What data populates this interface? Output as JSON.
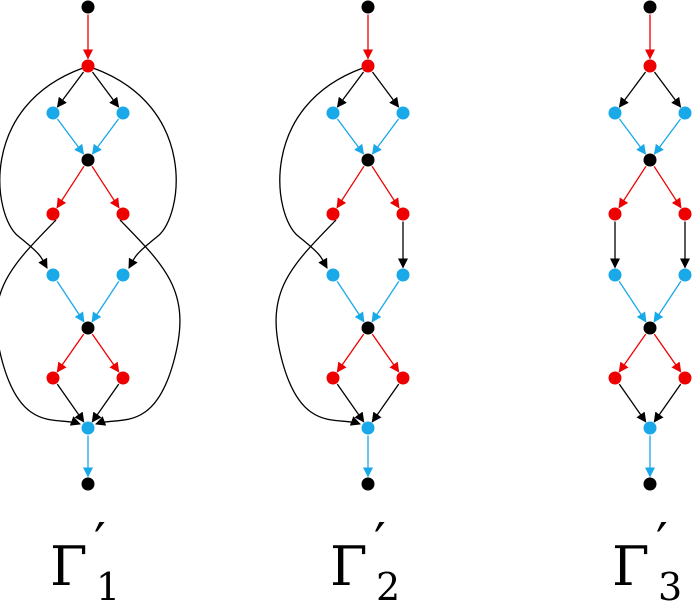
{
  "colors": {
    "black": "#000000",
    "red": "#ee0000",
    "blue": "#19a8e8"
  },
  "graphs": [
    {
      "id": "gamma-1",
      "label": {
        "symbol": "Γ",
        "prime": "′",
        "subscript": "1"
      },
      "nodes": [
        {
          "id": "top",
          "color": "black"
        },
        {
          "id": "r1",
          "color": "red"
        },
        {
          "id": "b1l",
          "color": "blue"
        },
        {
          "id": "b1r",
          "color": "blue"
        },
        {
          "id": "k1",
          "color": "black"
        },
        {
          "id": "r2l",
          "color": "red"
        },
        {
          "id": "r2r",
          "color": "red"
        },
        {
          "id": "b2l",
          "color": "blue"
        },
        {
          "id": "b2r",
          "color": "blue"
        },
        {
          "id": "k2",
          "color": "black"
        },
        {
          "id": "r3l",
          "color": "red"
        },
        {
          "id": "r3r",
          "color": "red"
        },
        {
          "id": "b3",
          "color": "blue"
        },
        {
          "id": "bottom",
          "color": "black"
        }
      ],
      "edges": [
        {
          "from": "top",
          "to": "r1",
          "color": "red"
        },
        {
          "from": "r1",
          "to": "b1l",
          "color": "black"
        },
        {
          "from": "r1",
          "to": "b1r",
          "color": "black"
        },
        {
          "from": "b1l",
          "to": "k1",
          "color": "blue"
        },
        {
          "from": "b1r",
          "to": "k1",
          "color": "blue"
        },
        {
          "from": "k1",
          "to": "r2l",
          "color": "red"
        },
        {
          "from": "k1",
          "to": "r2r",
          "color": "red"
        },
        {
          "from": "r1",
          "to": "b2l",
          "color": "black",
          "curve": "outer-left"
        },
        {
          "from": "r1",
          "to": "b2r",
          "color": "black",
          "curve": "outer-right"
        },
        {
          "from": "b2l",
          "to": "k2",
          "color": "blue"
        },
        {
          "from": "b2r",
          "to": "k2",
          "color": "blue"
        },
        {
          "from": "k2",
          "to": "r3l",
          "color": "red"
        },
        {
          "from": "k2",
          "to": "r3r",
          "color": "red"
        },
        {
          "from": "r2l",
          "to": "b3",
          "color": "black",
          "curve": "cross-left"
        },
        {
          "from": "r2r",
          "to": "b3",
          "color": "black",
          "curve": "cross-right"
        },
        {
          "from": "r3l",
          "to": "b3",
          "color": "black"
        },
        {
          "from": "r3r",
          "to": "b3",
          "color": "black"
        },
        {
          "from": "b3",
          "to": "bottom",
          "color": "blue"
        }
      ]
    },
    {
      "id": "gamma-2",
      "label": {
        "symbol": "Γ",
        "prime": "′",
        "subscript": "2"
      },
      "nodes": [
        {
          "id": "top",
          "color": "black"
        },
        {
          "id": "r1",
          "color": "red"
        },
        {
          "id": "b1l",
          "color": "blue"
        },
        {
          "id": "b1r",
          "color": "blue"
        },
        {
          "id": "k1",
          "color": "black"
        },
        {
          "id": "r2l",
          "color": "red"
        },
        {
          "id": "r2r",
          "color": "red"
        },
        {
          "id": "b2l",
          "color": "blue"
        },
        {
          "id": "b2r",
          "color": "blue"
        },
        {
          "id": "k2",
          "color": "black"
        },
        {
          "id": "r3l",
          "color": "red"
        },
        {
          "id": "r3r",
          "color": "red"
        },
        {
          "id": "b3",
          "color": "blue"
        },
        {
          "id": "bottom",
          "color": "black"
        }
      ],
      "edges": [
        {
          "from": "top",
          "to": "r1",
          "color": "red"
        },
        {
          "from": "r1",
          "to": "b1l",
          "color": "black"
        },
        {
          "from": "r1",
          "to": "b1r",
          "color": "black"
        },
        {
          "from": "b1l",
          "to": "k1",
          "color": "blue"
        },
        {
          "from": "b1r",
          "to": "k1",
          "color": "blue"
        },
        {
          "from": "k1",
          "to": "r2l",
          "color": "red"
        },
        {
          "from": "k1",
          "to": "r2r",
          "color": "red"
        },
        {
          "from": "r1",
          "to": "b2l",
          "color": "black",
          "curve": "outer-left"
        },
        {
          "from": "r2r",
          "to": "b2r",
          "color": "black"
        },
        {
          "from": "b2l",
          "to": "k2",
          "color": "blue"
        },
        {
          "from": "b2r",
          "to": "k2",
          "color": "blue"
        },
        {
          "from": "k2",
          "to": "r3l",
          "color": "red"
        },
        {
          "from": "k2",
          "to": "r3r",
          "color": "red"
        },
        {
          "from": "r2l",
          "to": "b3",
          "color": "black",
          "curve": "cross-left"
        },
        {
          "from": "r3l",
          "to": "b3",
          "color": "black"
        },
        {
          "from": "r3r",
          "to": "b3",
          "color": "black"
        },
        {
          "from": "b3",
          "to": "bottom",
          "color": "blue"
        }
      ]
    },
    {
      "id": "gamma-3",
      "label": {
        "symbol": "Γ",
        "prime": "′",
        "subscript": "3"
      },
      "nodes": [
        {
          "id": "top",
          "color": "black"
        },
        {
          "id": "r1",
          "color": "red"
        },
        {
          "id": "b1l",
          "color": "blue"
        },
        {
          "id": "b1r",
          "color": "blue"
        },
        {
          "id": "k1",
          "color": "black"
        },
        {
          "id": "r2l",
          "color": "red"
        },
        {
          "id": "r2r",
          "color": "red"
        },
        {
          "id": "b2l",
          "color": "blue"
        },
        {
          "id": "b2r",
          "color": "blue"
        },
        {
          "id": "k2",
          "color": "black"
        },
        {
          "id": "r3l",
          "color": "red"
        },
        {
          "id": "r3r",
          "color": "red"
        },
        {
          "id": "b3",
          "color": "blue"
        },
        {
          "id": "bottom",
          "color": "black"
        }
      ],
      "edges": [
        {
          "from": "top",
          "to": "r1",
          "color": "red"
        },
        {
          "from": "r1",
          "to": "b1l",
          "color": "black"
        },
        {
          "from": "r1",
          "to": "b1r",
          "color": "black"
        },
        {
          "from": "b1l",
          "to": "k1",
          "color": "blue"
        },
        {
          "from": "b1r",
          "to": "k1",
          "color": "blue"
        },
        {
          "from": "k1",
          "to": "r2l",
          "color": "red"
        },
        {
          "from": "k1",
          "to": "r2r",
          "color": "red"
        },
        {
          "from": "r2l",
          "to": "b2l",
          "color": "black"
        },
        {
          "from": "r2r",
          "to": "b2r",
          "color": "black"
        },
        {
          "from": "b2l",
          "to": "k2",
          "color": "blue"
        },
        {
          "from": "b2r",
          "to": "k2",
          "color": "blue"
        },
        {
          "from": "k2",
          "to": "r3l",
          "color": "red"
        },
        {
          "from": "k2",
          "to": "r3r",
          "color": "red"
        },
        {
          "from": "r3l",
          "to": "b3",
          "color": "black"
        },
        {
          "from": "r3r",
          "to": "b3",
          "color": "black"
        },
        {
          "from": "b3",
          "to": "bottom",
          "color": "blue"
        }
      ]
    }
  ]
}
